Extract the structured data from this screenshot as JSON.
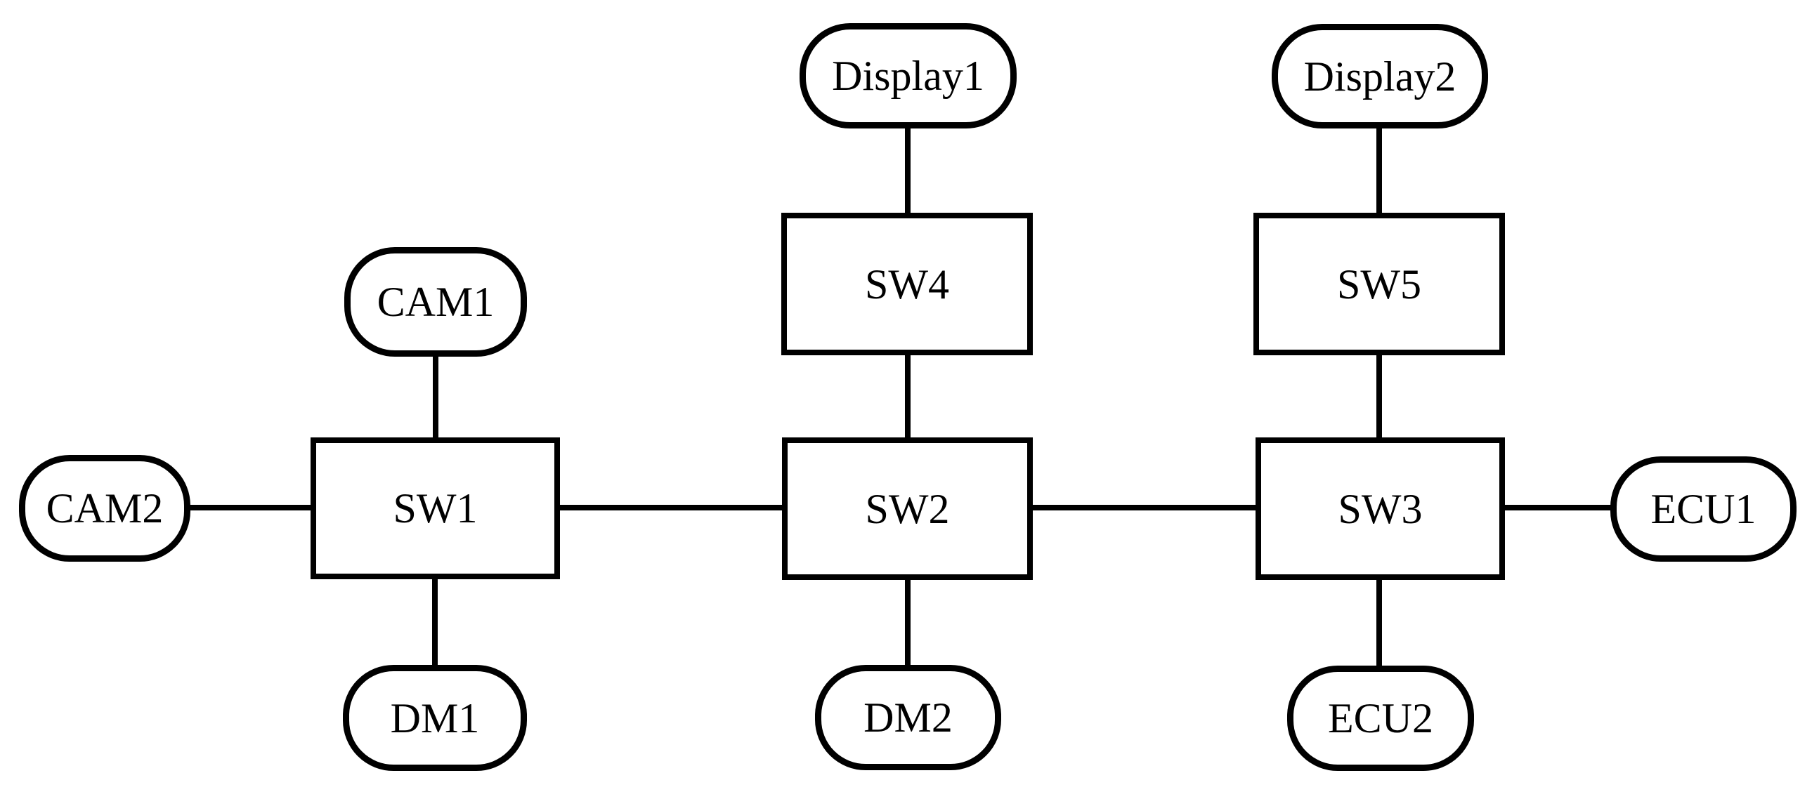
{
  "diagram": {
    "type": "network-topology",
    "nodes": [
      {
        "id": "cam1",
        "label": "CAM1",
        "shape": "rounded",
        "role": "camera"
      },
      {
        "id": "cam2",
        "label": "CAM2",
        "shape": "rounded",
        "role": "camera"
      },
      {
        "id": "display1",
        "label": "Display1",
        "shape": "rounded",
        "role": "display"
      },
      {
        "id": "display2",
        "label": "Display2",
        "shape": "rounded",
        "role": "display"
      },
      {
        "id": "ecu1",
        "label": "ECU1",
        "shape": "rounded",
        "role": "ecu"
      },
      {
        "id": "ecu2",
        "label": "ECU2",
        "shape": "rounded",
        "role": "ecu"
      },
      {
        "id": "dm1",
        "label": "DM1",
        "shape": "rounded",
        "role": "dm"
      },
      {
        "id": "dm2",
        "label": "DM2",
        "shape": "rounded",
        "role": "dm"
      },
      {
        "id": "sw1",
        "label": "SW1",
        "shape": "rect",
        "role": "switch"
      },
      {
        "id": "sw2",
        "label": "SW2",
        "shape": "rect",
        "role": "switch"
      },
      {
        "id": "sw3",
        "label": "SW3",
        "shape": "rect",
        "role": "switch"
      },
      {
        "id": "sw4",
        "label": "SW4",
        "shape": "rect",
        "role": "switch"
      },
      {
        "id": "sw5",
        "label": "SW5",
        "shape": "rect",
        "role": "switch"
      }
    ],
    "edges": [
      [
        "CAM1",
        "SW1"
      ],
      [
        "CAM2",
        "SW1"
      ],
      [
        "SW1",
        "DM1"
      ],
      [
        "SW1",
        "SW2"
      ],
      [
        "Display1",
        "SW4"
      ],
      [
        "SW4",
        "SW2"
      ],
      [
        "SW2",
        "DM2"
      ],
      [
        "SW2",
        "SW3"
      ],
      [
        "Display2",
        "SW5"
      ],
      [
        "SW5",
        "SW3"
      ],
      [
        "SW3",
        "ECU2"
      ],
      [
        "SW3",
        "ECU1"
      ]
    ],
    "colors": {
      "stroke": "#000000",
      "fill": "#ffffff",
      "text": "#000000"
    }
  }
}
